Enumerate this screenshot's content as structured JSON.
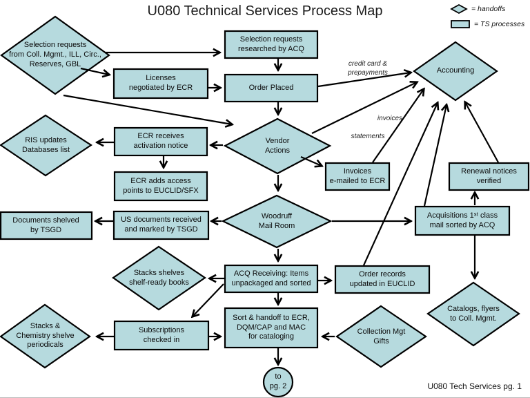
{
  "title": "U080 Technical Services Process Map",
  "legend": {
    "handoffs_label": "= handoffs",
    "processes_label": "= TS processes"
  },
  "footer": "U080 Tech Services pg. 1",
  "colors": {
    "shape_fill": "#b6dade",
    "outline": "#000000",
    "background": "#ffffff"
  },
  "edge_labels": {
    "credit_card": [
      "credit card &",
      "prepayments"
    ],
    "invoices": "invoices",
    "statements": "statements"
  },
  "nodes": {
    "selection_requests": [
      "Selection requests",
      "from Coll. Mgmt., ILL, Circ.,",
      "Reserves, GBL"
    ],
    "selection_researched": [
      "Selection requests",
      "researched by ACQ"
    ],
    "licenses_negotiated": [
      "Licenses",
      "negotiated by ECR"
    ],
    "order_placed": [
      "Order Placed"
    ],
    "accounting": [
      "Accounting"
    ],
    "ris_updates": [
      "RIS updates",
      "Databases list"
    ],
    "ecr_receives": [
      "ECR receives",
      "activation notice"
    ],
    "ecr_adds_access": [
      "ECR adds access",
      "points to EUCLID/SFX"
    ],
    "vendor_actions": [
      "Vendor",
      "Actions"
    ],
    "invoices_emailed": [
      "Invoices",
      "e-mailed to ECR"
    ],
    "renewal_notices": [
      "Renewal notices",
      "verified"
    ],
    "woodruff_mail_room": [
      "Woodruff",
      "Mail Room"
    ],
    "documents_shelved": [
      "Documents shelved",
      "by TSGD"
    ],
    "us_documents": [
      "US documents received",
      "and marked by TSGD"
    ],
    "acquisitions_mail": [
      "Acquisitions 1ˢᵗ class",
      "mail sorted by ACQ"
    ],
    "stacks_shelves": [
      "Stacks shelves",
      "shelf-ready books"
    ],
    "acq_receiving": [
      "ACQ Receiving: Items",
      "unpackaged and sorted"
    ],
    "order_records": [
      "Order records",
      "updated in EUCLID"
    ],
    "catalogs_flyers": [
      "Catalogs, flyers",
      "to Coll. Mgmt."
    ],
    "stacks_chemistry": [
      "Stacks &",
      "Chemistry shelve",
      "periodicals"
    ],
    "subscriptions": [
      "Subscriptions",
      "checked in"
    ],
    "sort_handoff": [
      "Sort & handoff to ECR,",
      "DQM/CAP and MAC",
      "for cataloging"
    ],
    "collection_gifts": [
      "Collection Mgt",
      "Gifts"
    ],
    "to_pg2": [
      "to",
      "pg. 2"
    ]
  }
}
